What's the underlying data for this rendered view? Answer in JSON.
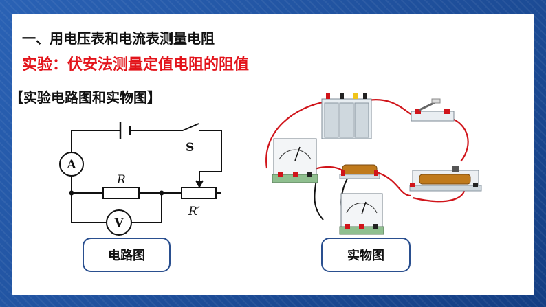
{
  "slide": {
    "heading": "一、用电压表和电流表测量电阻",
    "subheading": "实验：伏安法测量定值电阻的阻值",
    "section_label": "【实验电路图和实物图】"
  },
  "schematic": {
    "ammeter": "A",
    "voltmeter": "V",
    "switch": "S",
    "resistor": "R",
    "rheostat": "R′"
  },
  "captions": {
    "left": "电路图",
    "right": "实物图"
  },
  "colors": {
    "frame": "#1d4f9c",
    "subheading": "#e3141b",
    "wire_red": "#d0141a",
    "caption_border": "#2a4f8f"
  }
}
